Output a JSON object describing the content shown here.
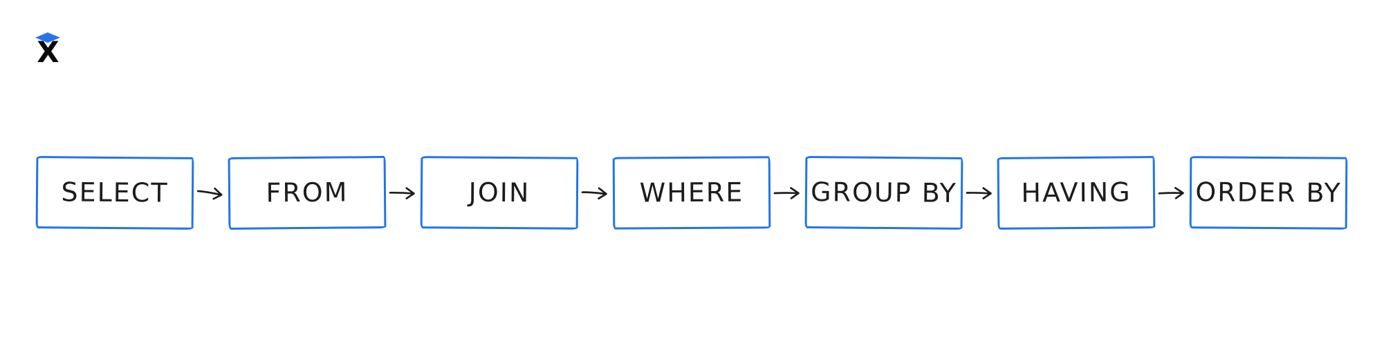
{
  "colors": {
    "box_border": "#2273eb",
    "text": "#1c1c1c",
    "arrow": "#1c1c1c",
    "logo_diamond": "#2b72e8",
    "logo_letter": "#0b0b0b",
    "background": "#ffffff"
  },
  "logo": {
    "letter": "X",
    "icon": "diamond-icon"
  },
  "diagram": {
    "type": "flow-left-to-right",
    "connector": "arrow-right-icon",
    "steps": [
      {
        "label": "SELECT"
      },
      {
        "label": "FROM"
      },
      {
        "label": "JOIN"
      },
      {
        "label": "WHERE"
      },
      {
        "label": "GROUP BY"
      },
      {
        "label": "HAVING"
      },
      {
        "label": "ORDER BY"
      }
    ]
  }
}
